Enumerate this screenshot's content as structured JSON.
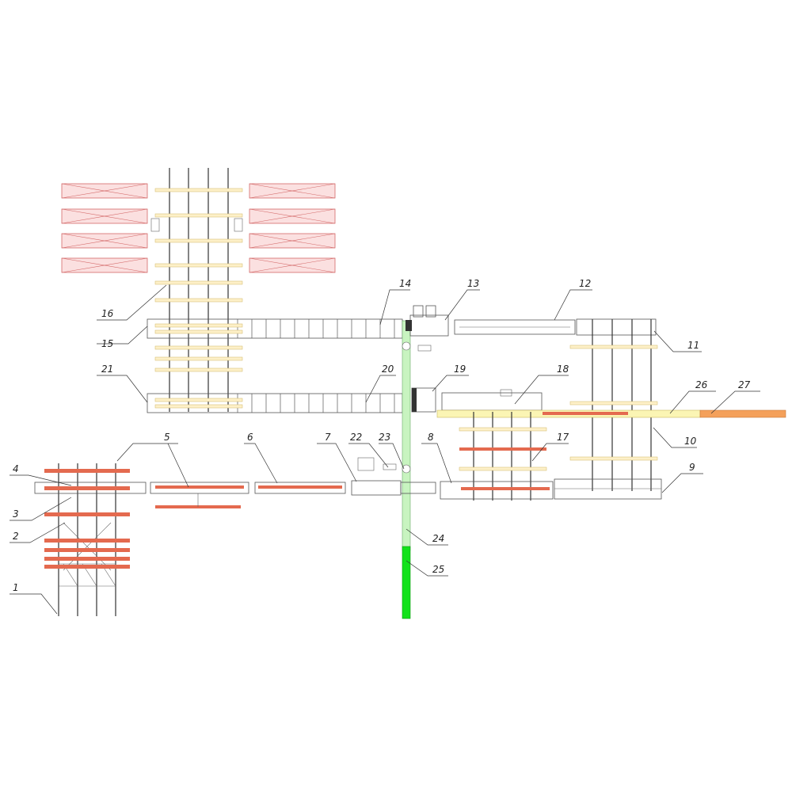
{
  "colors": {
    "pink_fill": "#fbe0e0",
    "pink_stroke": "#d46a6a",
    "cream": "#fdf0c8",
    "cream_stroke": "#d8c27a",
    "salmon": "#e46a4f",
    "yellow_zone": "#fbf5b4",
    "orange_zone": "#f4a05a",
    "light_green": "#c8f4c0",
    "bright_green": "#12e21a",
    "line": "#333333"
  },
  "callouts": [
    {
      "id": "c1",
      "number": "1"
    },
    {
      "id": "c2",
      "number": "2"
    },
    {
      "id": "c3",
      "number": "3"
    },
    {
      "id": "c4",
      "number": "4"
    },
    {
      "id": "c5",
      "number": "5"
    },
    {
      "id": "c6",
      "number": "6"
    },
    {
      "id": "c7",
      "number": "7"
    },
    {
      "id": "c8",
      "number": "8"
    },
    {
      "id": "c9",
      "number": "9"
    },
    {
      "id": "c10",
      "number": "10"
    },
    {
      "id": "c11",
      "number": "11"
    },
    {
      "id": "c12",
      "number": "12"
    },
    {
      "id": "c13",
      "number": "13"
    },
    {
      "id": "c14",
      "number": "14"
    },
    {
      "id": "c15",
      "number": "15"
    },
    {
      "id": "c16",
      "number": "16"
    },
    {
      "id": "c17",
      "number": "17"
    },
    {
      "id": "c18",
      "number": "18"
    },
    {
      "id": "c19",
      "number": "19"
    },
    {
      "id": "c20",
      "number": "20"
    },
    {
      "id": "c21",
      "number": "21"
    },
    {
      "id": "c22",
      "number": "22"
    },
    {
      "id": "c23",
      "number": "23"
    },
    {
      "id": "c24",
      "number": "24"
    },
    {
      "id": "c25",
      "number": "25"
    },
    {
      "id": "c26",
      "number": "26"
    },
    {
      "id": "c27",
      "number": "27"
    }
  ]
}
